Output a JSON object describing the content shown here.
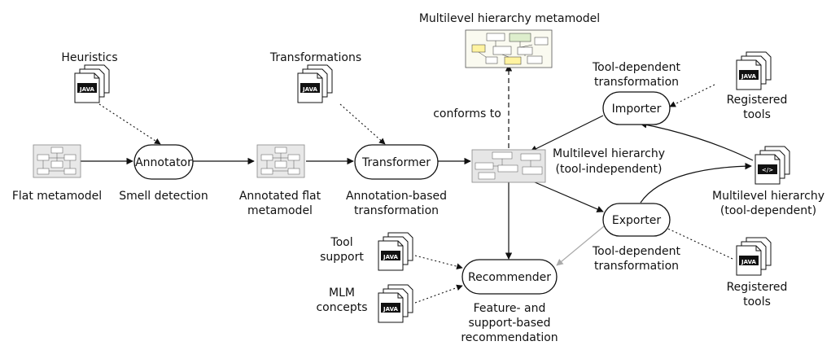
{
  "processes": {
    "annotator": "Annotator",
    "transformer": "Transformer",
    "importer": "Importer",
    "exporter": "Exporter",
    "recommender": "Recommender"
  },
  "labels": {
    "heuristics": "Heuristics",
    "transformations": "Transformations",
    "mlh_metamodel": "Multilevel hierarchy metamodel",
    "conforms_to": "conforms to",
    "flat_metamodel": "Flat metamodel",
    "smell_detection": "Smell detection",
    "annotated_flat_1": "Annotated flat",
    "annotated_flat_2": "metamodel",
    "annotation_based_1": "Annotation-based",
    "annotation_based_2": "transformation",
    "mlh_indep_1": "Multilevel hierarchy",
    "mlh_indep_2": "(tool-independent)",
    "mlh_dep_1": "Multilevel hierarchy",
    "mlh_dep_2": "(tool-dependent)",
    "tool_dep_top_1": "Tool-dependent",
    "tool_dep_top_2": "transformation",
    "tool_dep_bottom_1": "Tool-dependent",
    "tool_dep_bottom_2": "transformation",
    "registered_top_1": "Registered",
    "registered_top_2": "tools",
    "registered_bottom_1": "Registered",
    "registered_bottom_2": "tools",
    "tool_support_1": "Tool",
    "tool_support_2": "support",
    "mlm_concepts_1": "MLM",
    "mlm_concepts_2": "concepts",
    "recommendation_1": "Feature- and",
    "recommendation_2": "support-based",
    "recommendation_3": "recommendation"
  },
  "icons": {
    "java_text": "JAVA",
    "xml_text": "</>"
  }
}
